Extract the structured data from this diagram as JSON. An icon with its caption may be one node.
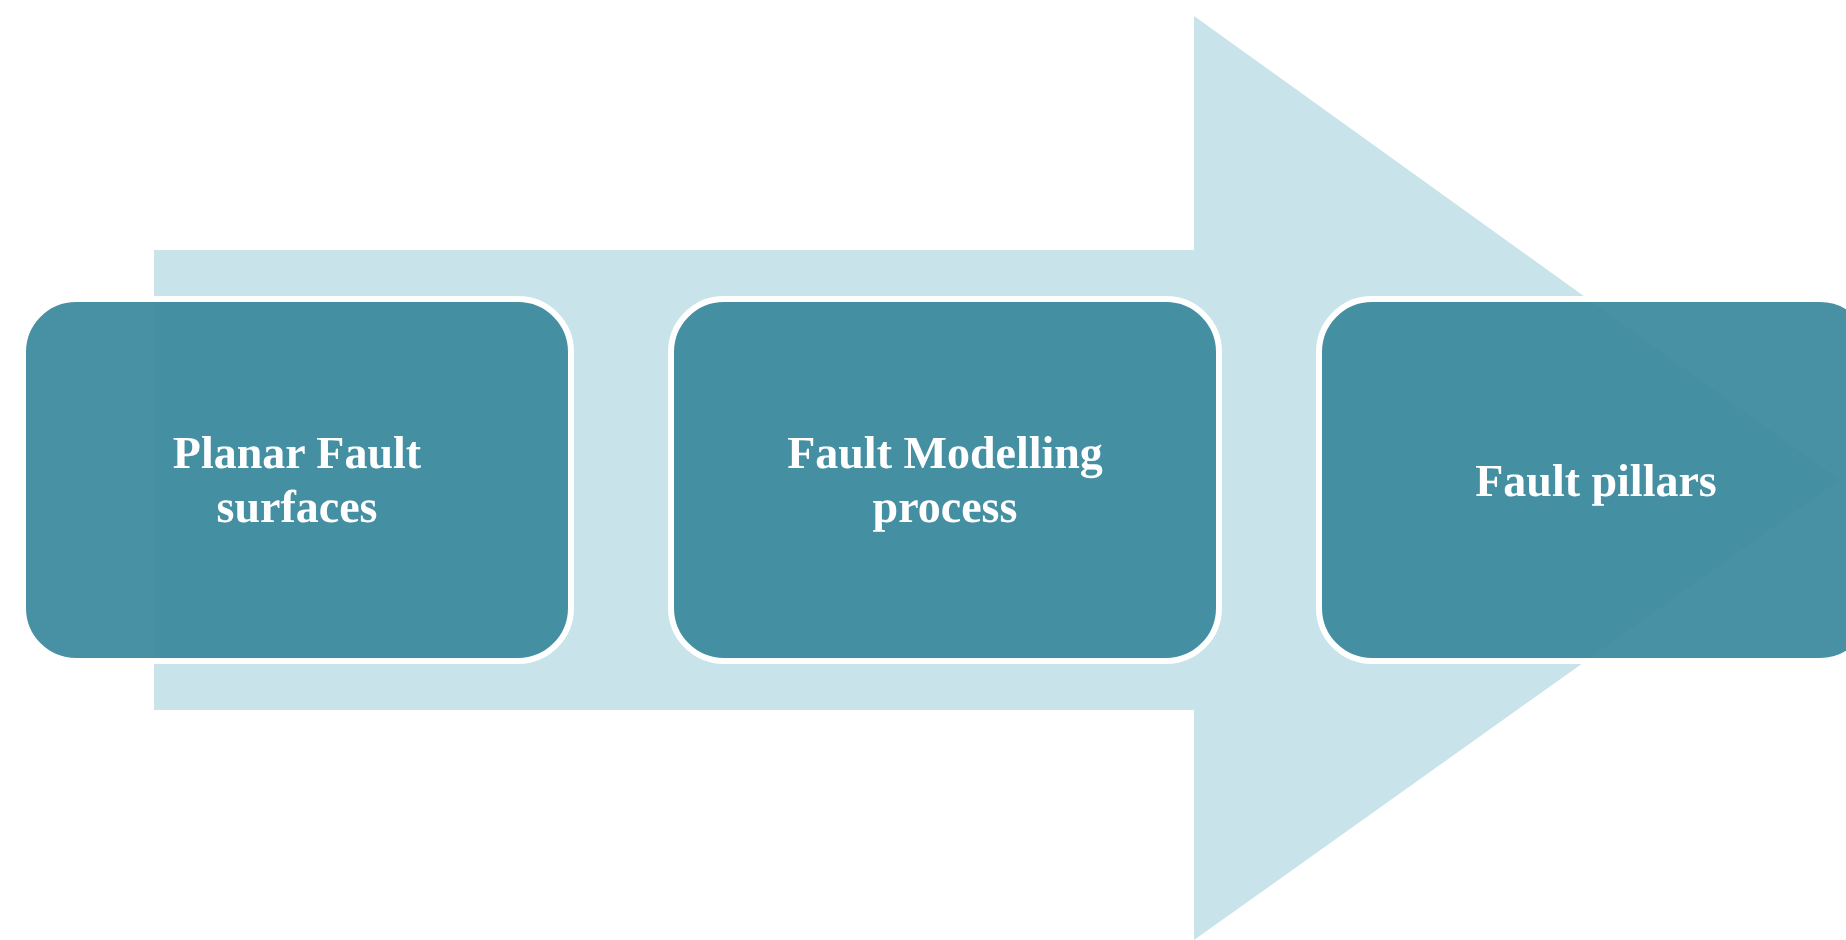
{
  "diagram": {
    "nodes": [
      {
        "text": [
          "Planar Fault surfaces"
        ]
      },
      {
        "text": [
          "Fault Modelling process"
        ]
      },
      {
        "text": [
          "Fault pillars"
        ]
      }
    ],
    "edges": [
      {
        "from": 0,
        "to": 2,
        "arrow": "to",
        "style": "thick"
      }
    ]
  }
}
